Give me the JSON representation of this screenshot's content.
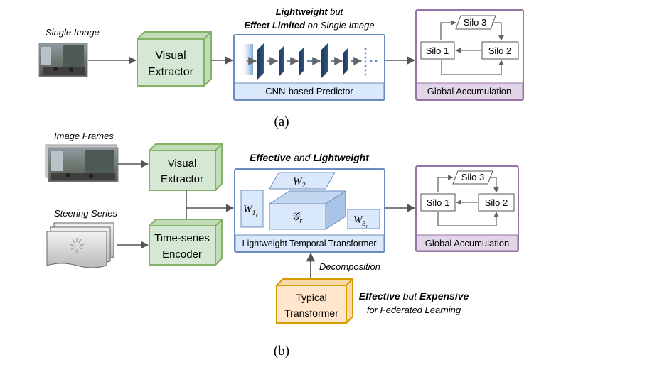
{
  "panel_a": {
    "input_label": "Single Image",
    "extractor_line1": "Visual",
    "extractor_line2": "Extractor",
    "predictor_caption_bold1": "Lightweight",
    "predictor_caption_rest1": " but",
    "predictor_caption_bold2": "Effect Limited",
    "predictor_caption_rest2": " on Single Image",
    "predictor_label": "CNN-based Predictor",
    "silo1": "Silo 1",
    "silo2": "Silo 2",
    "silo3": "Silo 3",
    "accumulation_label": "Global Accumulation",
    "subfigure_label": "(a)"
  },
  "panel_b": {
    "frames_label": "Image Frames",
    "steering_label": "Steering Series",
    "extractor_line1": "Visual",
    "extractor_line2": "Extractor",
    "encoder_line1": "Time-series",
    "encoder_line2": "Encoder",
    "transformer_caption_bold1": "Effective",
    "transformer_caption_mid": " and ",
    "transformer_caption_bold2": "Lightweight",
    "w1_base": "W",
    "w1_sub": "1",
    "w1_subsub": "r",
    "w2_base": "W",
    "w2_sub": "2",
    "w2_subsub": "r",
    "w3_base": "W",
    "w3_sub": "3",
    "w3_subsub": "r",
    "g_base": "𝒢",
    "g_sub": "r",
    "transformer_label": "Lightweight Temporal Transformer",
    "decomposition_label": "Decomposition",
    "typical_line1": "Typical",
    "typical_line2": "Transformer",
    "expensive_bold1": "Effective",
    "expensive_mid": " but ",
    "expensive_bold2": "Expensive",
    "expensive_line2": "for Federated Learning",
    "silo1": "Silo 1",
    "silo2": "Silo 2",
    "silo3": "Silo 3",
    "accumulation_label": "Global Accumulation",
    "subfigure_label": "(b)"
  },
  "colors": {
    "green_fill": "#d5e8d4",
    "green_stroke": "#82b366",
    "blue_fill": "#dae8fc",
    "blue_stroke": "#6c8ebf",
    "purple_fill": "#e1d5e7",
    "purple_stroke": "#9673a6",
    "orange_fill": "#ffe6cc",
    "orange_stroke": "#d79b00",
    "arrow": "#555555"
  }
}
